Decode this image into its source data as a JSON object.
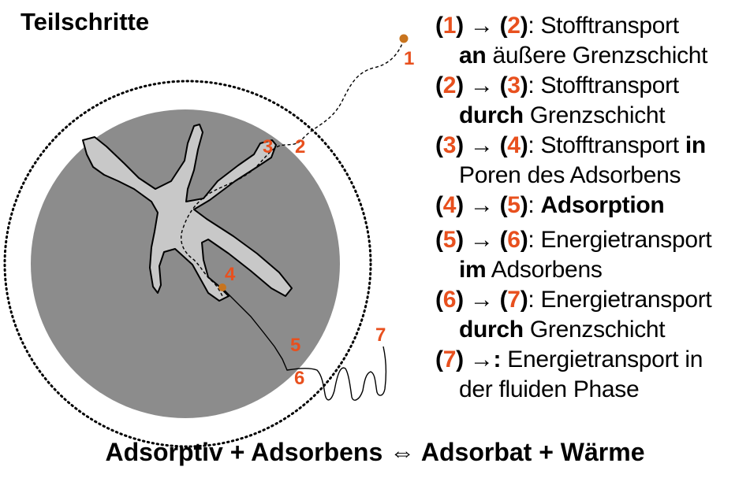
{
  "title": "Teilschritte",
  "markers": [
    "1",
    "2",
    "3",
    "4",
    "5",
    "6",
    "7"
  ],
  "steps": [
    {
      "from": "1",
      "to": "2",
      "pre": "Stofftransport",
      "mid": "",
      "bold": "an",
      "post": " äußere Grenzschicht",
      "line1_bold_tail": ""
    },
    {
      "from": "2",
      "to": "3",
      "pre": "Stofftransport",
      "bold": "durch",
      "post": " Grenzschicht"
    },
    {
      "from": "3",
      "to": "4",
      "pre": "Stofftransport ",
      "line1_bold_tail": "in",
      "bold": "",
      "post": "Poren des Adsorbens"
    },
    {
      "from": "4",
      "to": "5",
      "pre": "",
      "line1_bold": "Adsorption"
    },
    {
      "from": "5",
      "to": "6",
      "pre": "Energietransport",
      "bold": "im",
      "post": " Adsorbens"
    },
    {
      "from": "6",
      "to": "7",
      "pre": "Energietransport",
      "bold": "durch",
      "post": " Grenzschicht"
    },
    {
      "from": "7",
      "to": "",
      "pre": "Energietransport in",
      "bold": "",
      "post": "der fluiden Phase"
    }
  ],
  "equation": {
    "part1": "Adsorptiv + Adsorbens ",
    "symbol": "⇔",
    "part2": " Adsorbat + Wärme"
  },
  "colors": {
    "marker": "#e8501e",
    "particle": "#c8741e",
    "sphere": "#8c8c8c",
    "pore": "#c8c8c8"
  }
}
